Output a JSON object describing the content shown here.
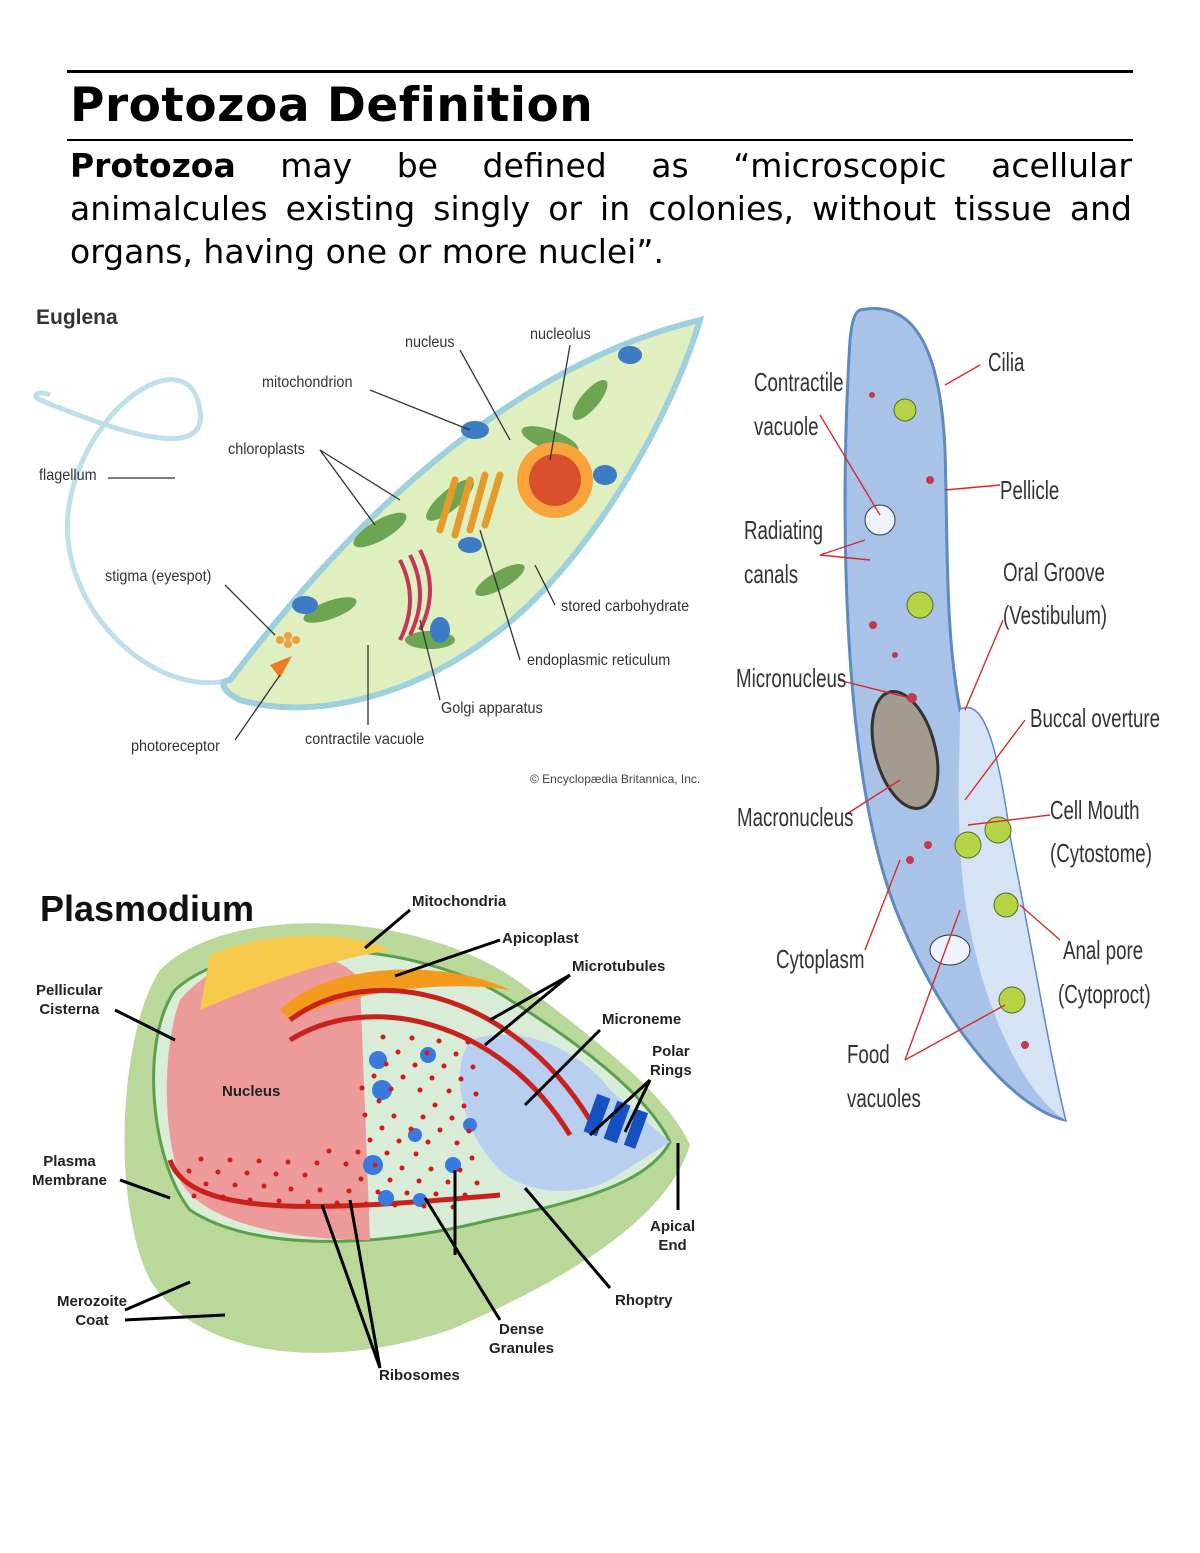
{
  "heading": {
    "title": "Protozoa Definition"
  },
  "definition": {
    "term": "Protozoa",
    "text": " may be defined as “microscopic acellular animalcules existing singly or in colonies, without tissue and organs, having one or more nuclei”."
  },
  "euglena": {
    "title": "Euglena",
    "labels": {
      "nucleus": "nucleus",
      "nucleolus": "nucleolus",
      "mitochondrion": "mitochondrion",
      "chloroplasts": "chloroplasts",
      "flagellum": "flagellum",
      "stigma": "stigma (eyespot)",
      "stored_carbohydrate": "stored carbohydrate",
      "endoplasmic_reticulum": "endoplasmic reticulum",
      "golgi": "Golgi apparatus",
      "photoreceptor": "photoreceptor",
      "contractile_vacuole": "contractile vacuole"
    },
    "credit": "© Encyclopædia Britannica, Inc."
  },
  "paramecium": {
    "labels": {
      "cilia": "Cilia",
      "contractile_vacuole": [
        "Contractile",
        "vacuole"
      ],
      "pellicle": "Pellicle",
      "radiating_canals": [
        "Radiating",
        "canals"
      ],
      "oral_groove": [
        "Oral Groove",
        "(Vestibulum)"
      ],
      "micronucleus": "Micronucleus",
      "buccal_overture": "Buccal overture",
      "macronucleus": "Macronucleus",
      "cell_mouth": [
        "Cell Mouth",
        "(Cytostome)"
      ],
      "cytoplasm": "Cytoplasm",
      "anal_pore": [
        "Anal pore",
        "(Cytoproct)"
      ],
      "food_vacuoles": [
        "Food",
        "vacuoles"
      ]
    }
  },
  "plasmodium": {
    "title": "Plasmodium",
    "labels": {
      "mitochondria": "Mitochondria",
      "apicoplast": "Apicoplast",
      "microtubules": "Microtubules",
      "pellicular_cisterna": [
        "Pellicular",
        "Cisterna"
      ],
      "microneme": "Microneme",
      "polar_rings": [
        "Polar",
        "Rings"
      ],
      "nucleus": "Nucleus",
      "plasma_membrane": [
        "Plasma",
        "Membrane"
      ],
      "apical_end": [
        "Apical",
        "End"
      ],
      "merozoite_coat": [
        "Merozoite",
        "Coat"
      ],
      "rhoptry": "Rhoptry",
      "dense_granules": [
        "Dense",
        "Granules"
      ],
      "ribosomes": "Ribosomes"
    }
  }
}
